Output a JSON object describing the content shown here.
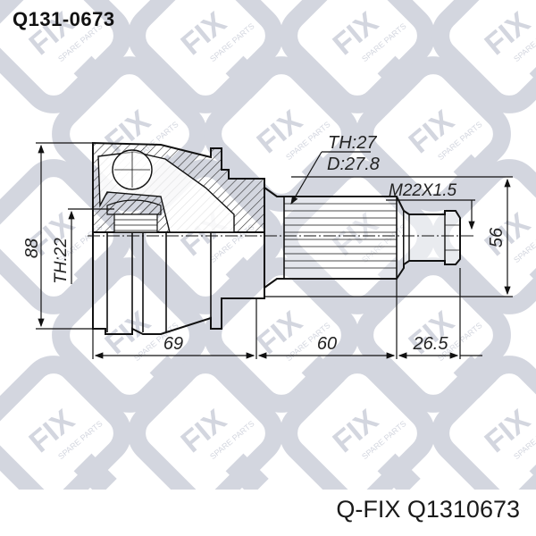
{
  "header": {
    "part_code": "Q131-0673"
  },
  "footer": {
    "brand_and_number": "Q-FIX Q1310673"
  },
  "watermark": {
    "logo_text": "FIX",
    "tagline": "SPARE PARTS",
    "color": "#d3d6df"
  },
  "drawing": {
    "title": "CV joint outer technical drawing",
    "line_color": "#111111",
    "dimensions": {
      "outer_diameter": "88",
      "inner_spline": "TH:22",
      "outer_spline_teeth": "TH:27",
      "outer_spline_diameter": "D:27.8",
      "thread": "M22X1.5",
      "abs_or_seat_diameter": "56",
      "body_length": "69",
      "spline_length": "60",
      "thread_length": "26.5"
    }
  }
}
